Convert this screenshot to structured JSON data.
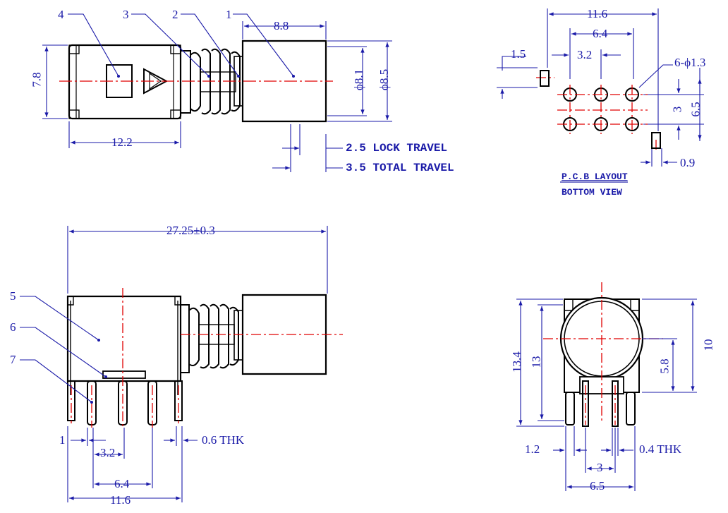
{
  "dimensions": {
    "overall_width_top": "11.6",
    "pin_spacing_top": "6.4",
    "pin_pitch_top": "3.2",
    "pad_offset": "1.5",
    "hole_note": "6-ϕ1.3",
    "row_spacing": "3",
    "row_span": "6.5",
    "pad_small": "0.9",
    "cap_length": "8.8",
    "cap_dia_inner": "ϕ8.1",
    "cap_dia_outer": "ϕ8.5",
    "body_height": "7.8",
    "body_length": "12.2",
    "lock_travel": "2.5 LOCK TRAVEL",
    "total_travel": "3.5 TOTAL TRAVEL",
    "overall_length": "27.25±0.3",
    "pin_edge": "1",
    "pin_pitch_side": "3.2",
    "thk_side": "0.6 THK",
    "pin_spacing_side": "6.4",
    "overall_width_side": "11.6",
    "front_height_total": "13.4",
    "front_height": "13",
    "front_center": "5.8",
    "front_body": "10",
    "front_pin_offset": "1.2",
    "front_thk": "0.4 THK",
    "front_row": "3",
    "front_row_span": "6.5"
  },
  "callouts": [
    "1",
    "2",
    "3",
    "4",
    "5",
    "6",
    "7"
  ],
  "pcb_title": "P.C.B LAYOUT",
  "pcb_subtitle": "BOTTOM VIEW",
  "colors": {
    "dimension": "#1a1aa8",
    "outline": "#000000",
    "centerline": "#e00000"
  }
}
